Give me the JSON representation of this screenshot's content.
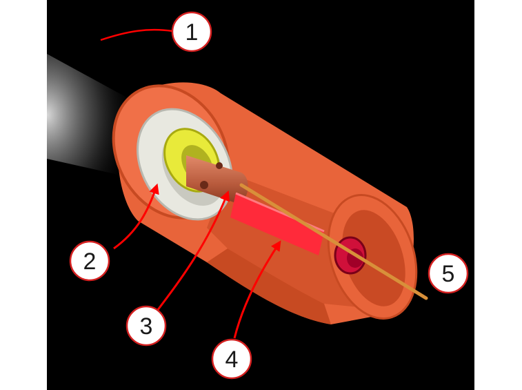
{
  "figure": {
    "callouts": [
      {
        "label": "1"
      },
      {
        "label": "2"
      },
      {
        "label": "3"
      },
      {
        "label": "4"
      },
      {
        "label": "5"
      }
    ],
    "colors": {
      "background": "#000000",
      "housing": "#e8643a",
      "housing_dark": "#c74a22",
      "ring": "#e8e8e0",
      "sleeve": "#e8ea3a",
      "shaft": "#c8684a",
      "coil": "#ff2a3a",
      "knob": "#d0103a",
      "wire": "#d8903a",
      "arrow": "#ff0000",
      "callout_fill": "#ffffff",
      "callout_stroke": "#d42020"
    }
  }
}
